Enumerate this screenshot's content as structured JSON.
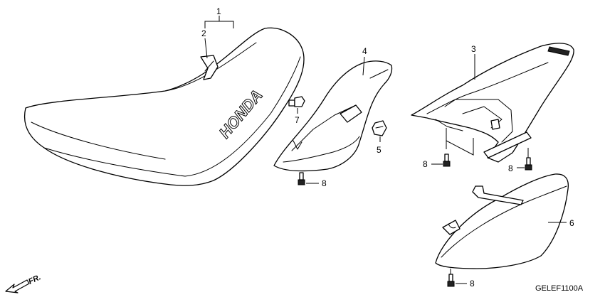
{
  "callouts": {
    "c1": "1",
    "c2": "2",
    "c3": "3",
    "c4": "4",
    "c5": "5",
    "c6": "6",
    "c7": "7",
    "c8a": "8",
    "c8b": "8",
    "c8c": "8",
    "c8d": "8"
  },
  "seat_brand": "HONDA",
  "direction_label": "FR.",
  "diagram_code": "GELEF1100A"
}
